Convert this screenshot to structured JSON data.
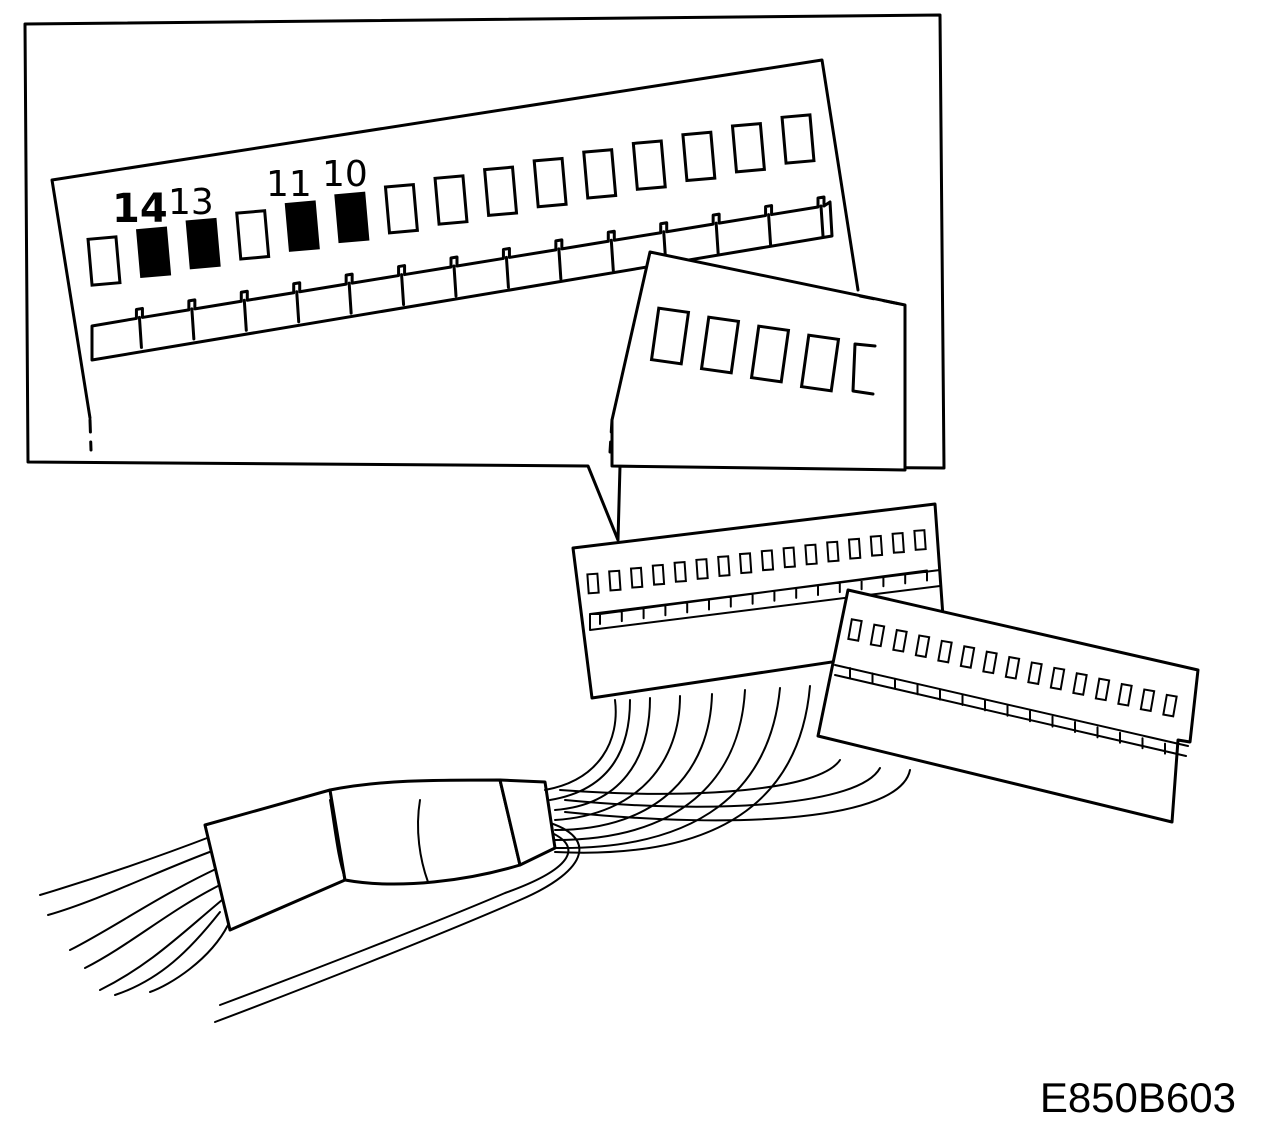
{
  "figure": {
    "code": "E850B603"
  },
  "callout": {
    "pin_labels": [
      {
        "text": "14",
        "bold": true
      },
      {
        "text": "13",
        "bold": false
      },
      {
        "text": "11",
        "bold": false
      },
      {
        "text": "10",
        "bold": false
      }
    ],
    "top_row_pins": 15,
    "filled_pins": [
      2,
      3,
      5,
      6
    ],
    "inset_pins": 5
  },
  "connectors": {
    "back_connector_pins": 16,
    "front_connector_pins": 15
  },
  "colors": {
    "line": "#000000",
    "background": "#ffffff"
  }
}
